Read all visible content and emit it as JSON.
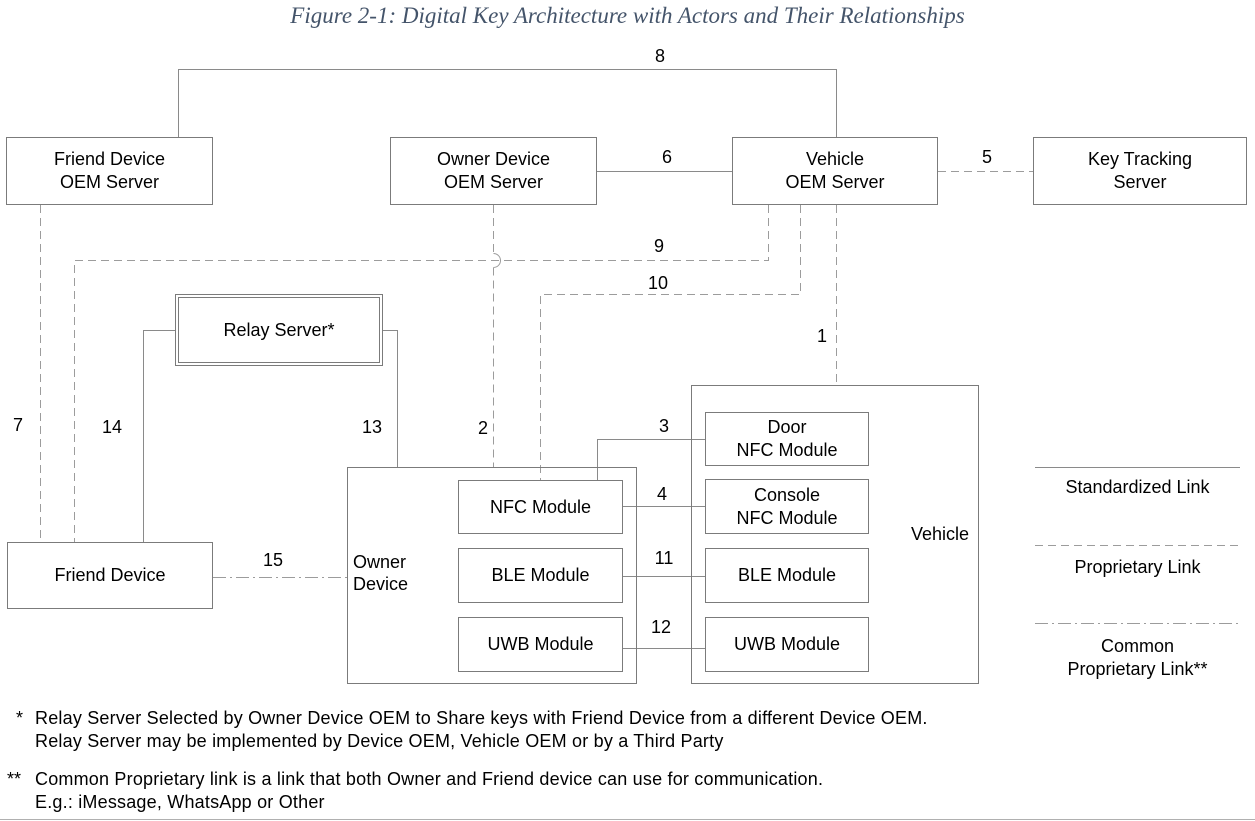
{
  "title": "Figure 2-1: Digital Key Architecture with Actors and Their Relationships",
  "colors": {
    "title_text": "#44546a",
    "standardized_line": "#8a8a8a",
    "proprietary_line": "#9c9c9c",
    "box_border": "#7b7b7b",
    "text": "#000000"
  },
  "boxes": {
    "friend_oem": {
      "line1": "Friend Device",
      "line2": "OEM Server"
    },
    "owner_oem": {
      "line1": "Owner Device",
      "line2": "OEM Server"
    },
    "vehicle_oem": {
      "line1": "Vehicle",
      "line2": "OEM Server"
    },
    "key_tracking": {
      "line1": "Key Tracking",
      "line2": "Server"
    },
    "relay_server": {
      "line1": "Relay Server*"
    },
    "friend_device": {
      "line1": "Friend Device"
    },
    "owner_device": {
      "line1": "Owner",
      "line2": "Device"
    },
    "vehicle": {
      "line1": "Vehicle"
    },
    "owner_nfc": {
      "line1": "NFC Module"
    },
    "owner_ble": {
      "line1": "BLE Module"
    },
    "owner_uwb": {
      "line1": "UWB Module"
    },
    "door_nfc": {
      "line1": "Door",
      "line2": "NFC Module"
    },
    "console_nfc": {
      "line1": "Console",
      "line2": "NFC Module"
    },
    "vehicle_ble": {
      "line1": "BLE Module"
    },
    "vehicle_uwb": {
      "line1": "UWB Module"
    }
  },
  "links": {
    "1": {
      "number": "1",
      "type": "proprietary"
    },
    "2": {
      "number": "2",
      "type": "proprietary"
    },
    "3": {
      "number": "3",
      "type": "standardized"
    },
    "4": {
      "number": "4",
      "type": "standardized"
    },
    "5": {
      "number": "5",
      "type": "proprietary"
    },
    "6": {
      "number": "6",
      "type": "standardized"
    },
    "7": {
      "number": "7",
      "type": "proprietary"
    },
    "8": {
      "number": "8",
      "type": "standardized"
    },
    "9": {
      "number": "9",
      "type": "proprietary"
    },
    "10": {
      "number": "10",
      "type": "proprietary"
    },
    "11": {
      "number": "11",
      "type": "standardized"
    },
    "12": {
      "number": "12",
      "type": "standardized"
    },
    "13": {
      "number": "13",
      "type": "standardized"
    },
    "14": {
      "number": "14",
      "type": "standardized"
    },
    "15": {
      "number": "15",
      "type": "common-proprietary"
    }
  },
  "legend": {
    "standardized": {
      "style": "solid",
      "line1": "Standardized Link"
    },
    "proprietary": {
      "style": "dashed",
      "line1": "Proprietary Link"
    },
    "common": {
      "style": "dash-dot",
      "line1": "Common",
      "line2": "Proprietary Link**"
    }
  },
  "footnotes": {
    "relay": {
      "marker": "*",
      "line1": "Relay Server Selected by Owner Device OEM to Share keys with Friend Device from a different Device OEM.",
      "line2": "Relay Server may be implemented by Device OEM, Vehicle OEM or by a Third Party"
    },
    "common": {
      "marker": "**",
      "line1": "Common Proprietary link is a link that both Owner and Friend device can use for communication.",
      "line2": "E.g.: iMessage, WhatsApp or Other"
    }
  }
}
